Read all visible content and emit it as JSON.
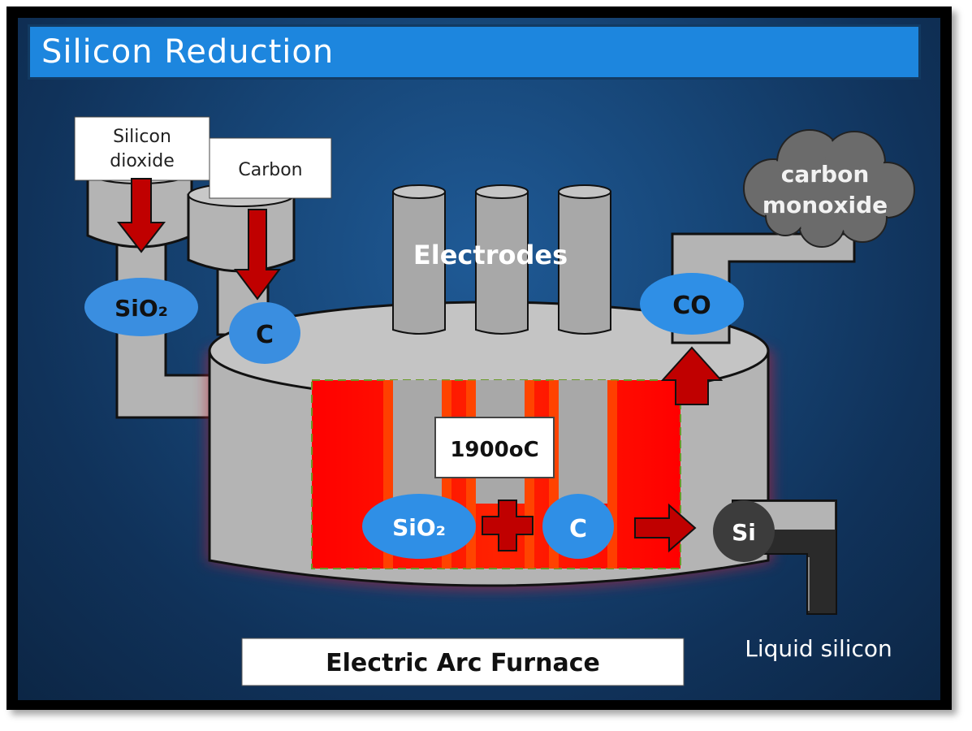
{
  "slide": {
    "title": "Silicon Reduction",
    "colors": {
      "title_bar": "#1d86de",
      "background": "#174779",
      "molecule_fill": "#3a8ee0",
      "arrow_fill": "#c00000",
      "heat_zone": "#ff0000",
      "metal_gray": "#b4b4b4",
      "smoke_gray": "#6b6b6b",
      "silicon_dark": "#3c3c3c"
    }
  },
  "diagram": {
    "hoppers": {
      "silicon_dioxide": {
        "label_line1": "Silicon",
        "label_line2": "dioxide",
        "molecule": "SiO₂"
      },
      "carbon": {
        "label": "Carbon",
        "molecule": "C"
      }
    },
    "electrodes_label": "Electrodes",
    "temperature_label": "1900oC",
    "reaction": {
      "reactant1": "SiO₂",
      "operator": "+",
      "reactant2": "C",
      "product": "Si"
    },
    "exhaust": {
      "molecule": "CO",
      "cloud_line1": "carbon",
      "cloud_line2": "monoxide"
    },
    "outlet_label": "Liquid silicon",
    "furnace_label": "Electric Arc Furnace"
  }
}
